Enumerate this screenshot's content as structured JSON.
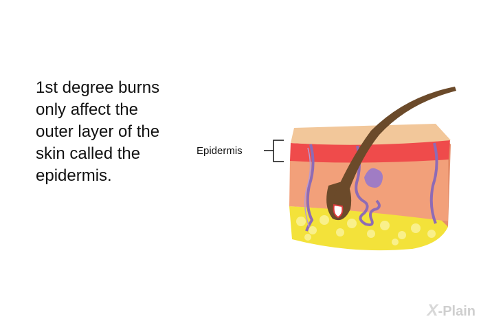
{
  "caption": "1st degree burns\nonly affect the\nouter layer of the\nskin called the\nepidermis.",
  "diagram": {
    "label": "Epidermis"
  },
  "brand": {
    "mark": "X",
    "name": "-Plain"
  },
  "colors": {
    "epidermis_top": "#f2c79a",
    "epidermis_band": "#ef4b4b",
    "dermis": "#f2a07a",
    "fat": "#f3e23a",
    "hair": "#6b4a2a",
    "vessel": "#8e6bb5"
  }
}
